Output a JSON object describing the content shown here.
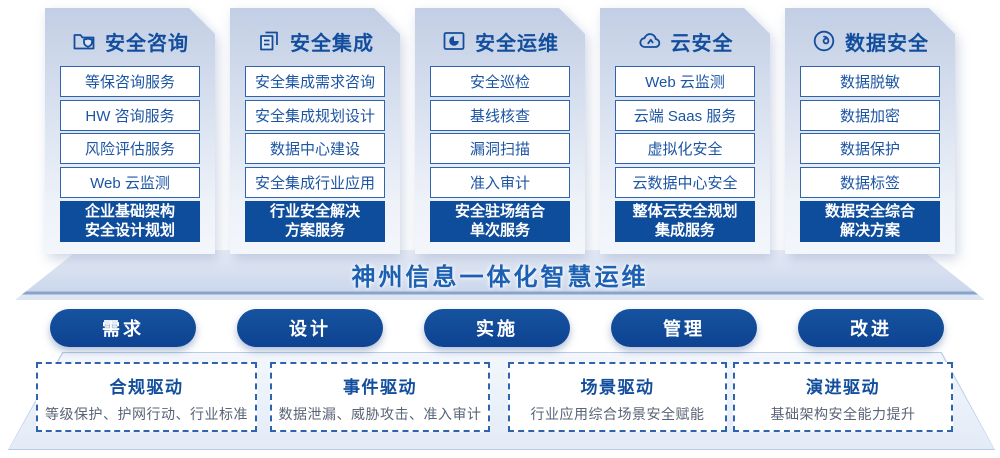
{
  "colors": {
    "navy_fill": "#0e4c9c",
    "box_border": "#2f63ad",
    "box_text": "#1c55a4",
    "title_navy": "#134e9d",
    "banner_text": "#1c60b3",
    "driver_desc_gray": "#5a6476"
  },
  "columns": [
    {
      "icon": "folder-shield-icon",
      "title": "安全咨询",
      "items": [
        "等保咨询服务",
        "HW 咨询服务",
        "风险评估服务",
        "Web 云监测"
      ],
      "highlight": [
        "企业基础架构",
        "安全设计规划"
      ]
    },
    {
      "icon": "documents-icon",
      "title": "安全集成",
      "items": [
        "安全集成需求咨询",
        "安全集成规划设计",
        "数据中心建设",
        "安全集成行业应用"
      ],
      "highlight": [
        "行业安全解决",
        "方案服务"
      ]
    },
    {
      "icon": "folder-pie-icon",
      "title": "安全运维",
      "items": [
        "安全巡检",
        "基线核查",
        "漏洞扫描",
        "准入审计"
      ],
      "highlight": [
        "安全驻场结合",
        "单次服务"
      ]
    },
    {
      "icon": "cloud-icon",
      "title": "云安全",
      "items": [
        "Web 云监测",
        "云端 Saas 服务",
        "虚拟化安全",
        "云数据中心安全"
      ],
      "highlight": [
        "整体云安全规划",
        "集成服务"
      ]
    },
    {
      "icon": "fingerprint-icon",
      "title": "数据安全",
      "items": [
        "数据脱敏",
        "数据加密",
        "数据保护",
        "数据标签"
      ],
      "highlight": [
        "数据安全综合",
        "解决方案"
      ]
    }
  ],
  "banner": {
    "title": "神州信息一体化智慧运维"
  },
  "phases": [
    {
      "label": "需求"
    },
    {
      "label": "设计"
    },
    {
      "label": "实施"
    },
    {
      "label": "管理"
    },
    {
      "label": "改进"
    }
  ],
  "drivers": [
    {
      "title": "合规驱动",
      "desc": "等级保护、护网行动、行业标准"
    },
    {
      "title": "事件驱动",
      "desc": "数据泄漏、威胁攻击、准入审计"
    },
    {
      "title": "场景驱动",
      "desc": "行业应用综合场景安全赋能"
    },
    {
      "title": "演进驱动",
      "desc": "基础架构安全能力提升"
    }
  ]
}
